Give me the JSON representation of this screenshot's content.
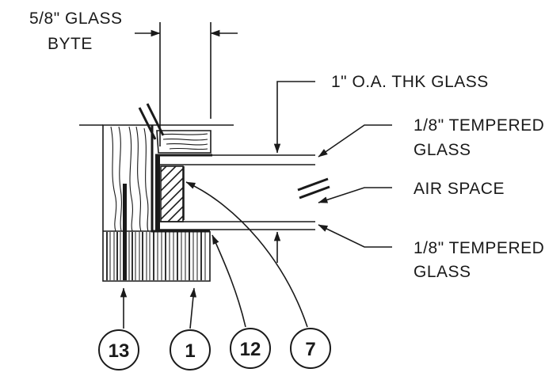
{
  "labels": {
    "glass_byte_line1": "5/8\" GLASS",
    "glass_byte_line2": "BYTE",
    "oa_thk": "1\" O.A. THK GLASS",
    "tempered_top_line1": "1/8\" TEMPERED",
    "tempered_top_line2": "GLASS",
    "air_space": "AIR SPACE",
    "tempered_bottom_line1": "1/8\" TEMPERED",
    "tempered_bottom_line2": "GLASS"
  },
  "callouts": [
    {
      "id": "13"
    },
    {
      "id": "1"
    },
    {
      "id": "12"
    },
    {
      "id": "7"
    }
  ],
  "colors": {
    "ink": "#1a1a1a",
    "background": "#ffffff"
  }
}
